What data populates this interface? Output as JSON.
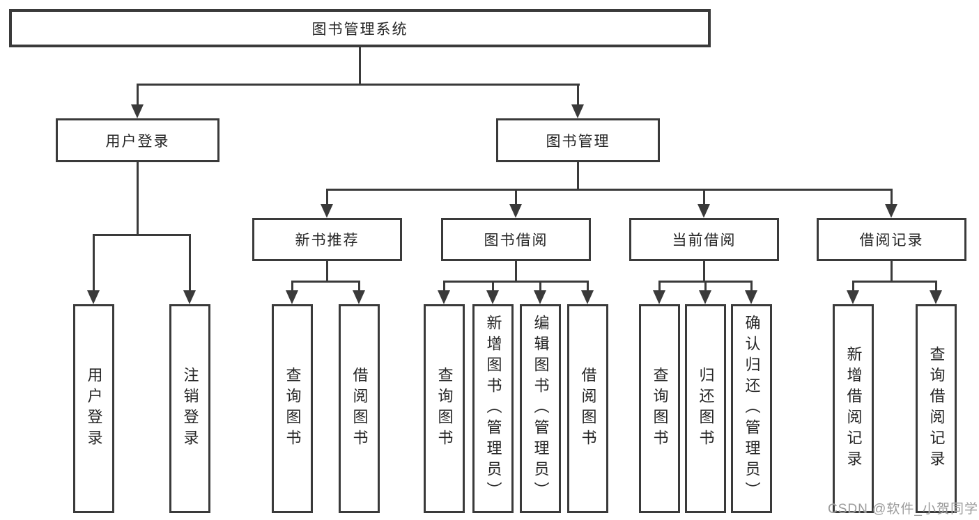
{
  "tree": {
    "root": {
      "label": "图书管理系统"
    },
    "branches": [
      {
        "label": "用户登录",
        "children": [
          {
            "label": "用户登录"
          },
          {
            "label": "注销登录"
          }
        ]
      },
      {
        "label": "图书管理",
        "groups": [
          {
            "label": "新书推荐",
            "children": [
              {
                "label": "查询图书"
              },
              {
                "label": "借阅图书"
              }
            ]
          },
          {
            "label": "图书借阅",
            "children": [
              {
                "label": "查询图书"
              },
              {
                "label": "新增图书（管理员）"
              },
              {
                "label": "编辑图书（管理员）"
              },
              {
                "label": "借阅图书"
              }
            ]
          },
          {
            "label": "当前借阅",
            "children": [
              {
                "label": "查询图书"
              },
              {
                "label": "归还图书"
              },
              {
                "label": "确认归还（管理员）"
              }
            ]
          },
          {
            "label": "借阅记录",
            "children": [
              {
                "label": "新增借阅记录"
              },
              {
                "label": "查询借阅记录"
              }
            ]
          }
        ]
      }
    ]
  },
  "watermark": "CSDN @软件_小贺同学",
  "colors": {
    "line": "#3a3a3a",
    "box_border": "#3a3a3a",
    "text": "#262626",
    "watermark": "#969696",
    "background": "#ffffff"
  }
}
